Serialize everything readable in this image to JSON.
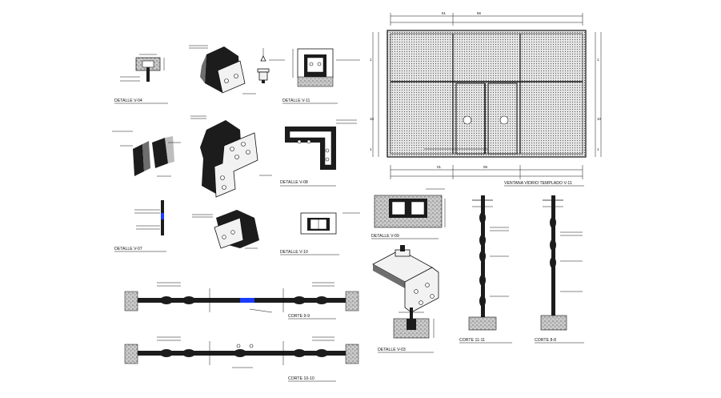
{
  "drawing": {
    "details": {
      "v04": {
        "title": "DETALLE V-04"
      },
      "v07": {
        "title": "DETALLE V-07"
      },
      "v08": {
        "title": "DETALLE V-08"
      },
      "v09": {
        "title": "DETALLE V-09"
      },
      "v10": {
        "title": "DETALLE V-10"
      },
      "v11": {
        "title": "DETALLE V-11"
      },
      "v03": {
        "title": "DETALLE V-03"
      }
    },
    "cortes": {
      "c9": {
        "title": "CORTE 9-9"
      },
      "c10": {
        "title": "CORTE 10-10"
      },
      "c11": {
        "title": "CORTE 11-11"
      },
      "c8": {
        "title": "CORTE 8-8"
      }
    },
    "elevation": {
      "title": "VENTANA VIDRIO TEMPLADO V-11",
      "top_dims": [
        "61",
        "56"
      ],
      "bottom_dims": [
        "01",
        "06"
      ],
      "side_dims_left": [
        "1",
        "10",
        "1"
      ],
      "side_dims_right": [
        "1",
        "10",
        "1"
      ]
    }
  }
}
